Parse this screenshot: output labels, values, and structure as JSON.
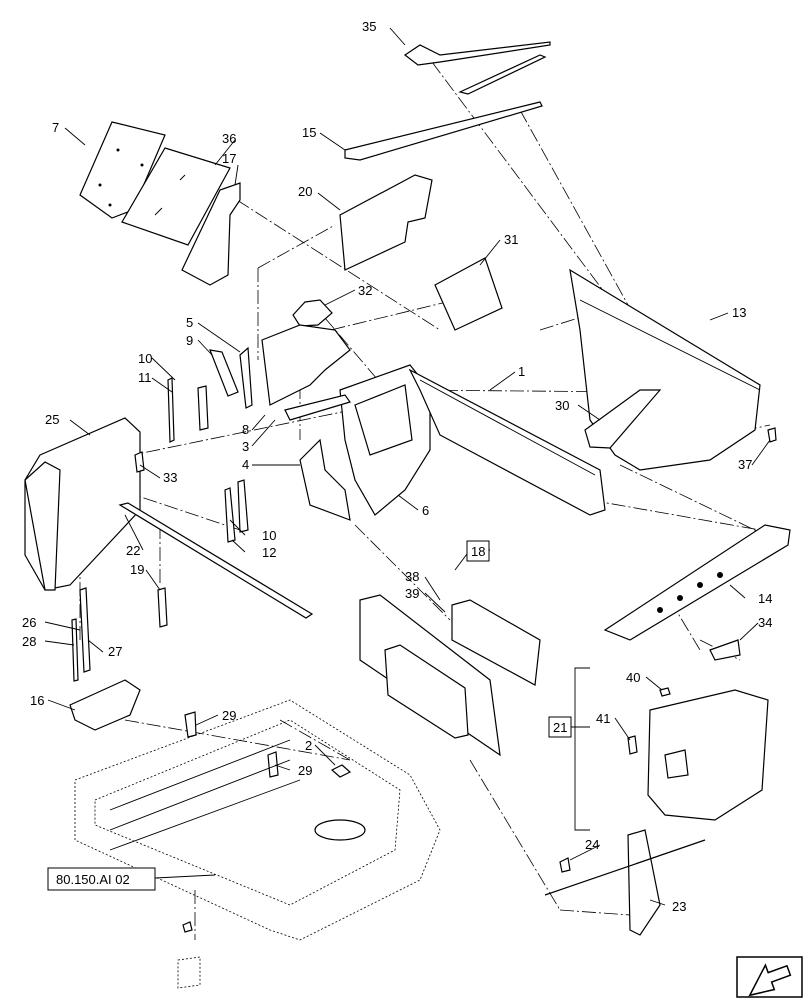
{
  "callouts": {
    "c1": "1",
    "c2": "2",
    "c3": "3",
    "c4": "4",
    "c5": "5",
    "c6": "6",
    "c7": "7",
    "c8": "8",
    "c9": "9",
    "c10a": "10",
    "c10b": "10",
    "c11": "11",
    "c12": "12",
    "c13": "13",
    "c14": "14",
    "c15": "15",
    "c16": "16",
    "c17": "17",
    "c18": "18",
    "c19": "19",
    "c20": "20",
    "c21": "21",
    "c22": "22",
    "c23": "23",
    "c24": "24",
    "c25": "25",
    "c26": "26",
    "c27": "27",
    "c28": "28",
    "c29a": "29",
    "c29b": "29",
    "c30": "30",
    "c31": "31",
    "c32": "32",
    "c33": "33",
    "c34": "34",
    "c35": "35",
    "c36": "36",
    "c37": "37",
    "c38": "38",
    "c39": "39",
    "c40": "40",
    "c41": "41"
  },
  "reference_label": "80.150.AI 02",
  "nav_icon": "arrow-icon"
}
